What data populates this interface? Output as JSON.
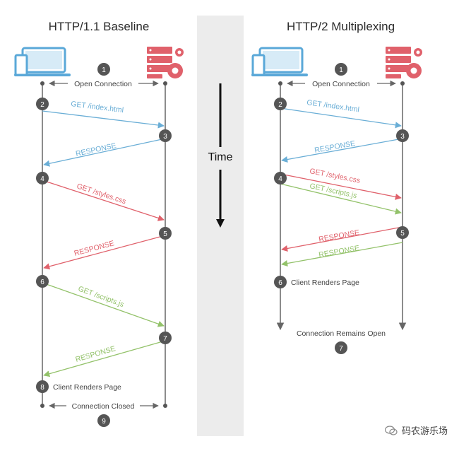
{
  "left": {
    "title": "HTTP/1.1 Baseline",
    "connection_open": "Open Connection",
    "connection_closed": "Connection Closed",
    "client_renders": "Client Renders Page",
    "messages": [
      {
        "label": "GET /index.html",
        "color": "#6aaed6"
      },
      {
        "label": "RESPONSE",
        "color": "#6aaed6"
      },
      {
        "label": "GET /styles.css",
        "color": "#e0616b"
      },
      {
        "label": "RESPONSE",
        "color": "#e0616b"
      },
      {
        "label": "GET /scripts.js",
        "color": "#93c26a"
      },
      {
        "label": "RESPONSE",
        "color": "#93c26a"
      }
    ],
    "steps": [
      "1",
      "2",
      "3",
      "4",
      "5",
      "6",
      "7",
      "8",
      "9"
    ]
  },
  "right": {
    "title": "HTTP/2 Multiplexing",
    "connection_open": "Open Connection",
    "connection_remains": "Connection Remains Open",
    "client_renders": "Client Renders Page",
    "messages": [
      {
        "label": "GET /index.html",
        "color": "#6aaed6"
      },
      {
        "label": "RESPONSE",
        "color": "#6aaed6"
      },
      {
        "label": "GET /styles.css",
        "color": "#e0616b"
      },
      {
        "label": "GET /scripts.js",
        "color": "#93c26a"
      },
      {
        "label": "RESPONSE",
        "color": "#e0616b"
      },
      {
        "label": "RESPONSE",
        "color": "#93c26a"
      }
    ],
    "steps": [
      "1",
      "2",
      "3",
      "4",
      "5",
      "6",
      "7"
    ]
  },
  "center": {
    "time_label": "Time"
  },
  "icons": {
    "client": "laptop-phone-icon",
    "server": "server-gear-icon"
  },
  "colors": {
    "client_icon": "#5aa8d8",
    "server_icon": "#e0616b",
    "step_circle": "#555555",
    "lifeline": "#666666",
    "time_band": "#ececec"
  },
  "watermark": {
    "text": "码农游乐场"
  }
}
